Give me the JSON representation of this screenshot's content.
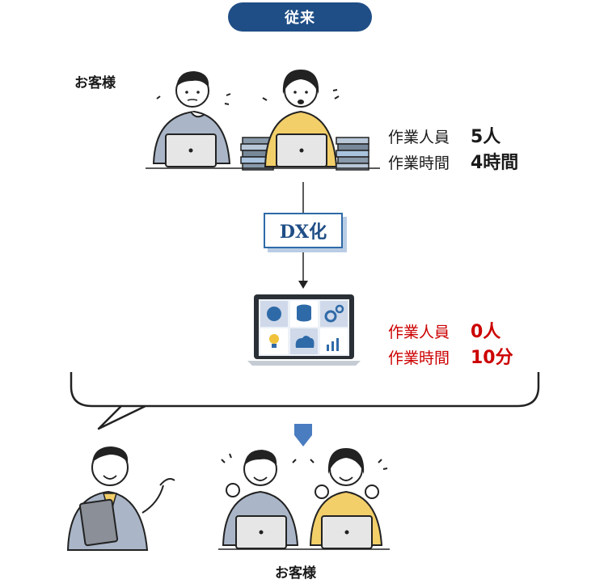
{
  "header": {
    "label": "従来"
  },
  "before": {
    "customer_label": "お客様",
    "stats": [
      {
        "key": "作業人員",
        "value": "5人"
      },
      {
        "key": "作業時間",
        "value": "4時間"
      }
    ]
  },
  "transition": {
    "label": "DX化"
  },
  "after": {
    "stats": [
      {
        "key": "作業人員",
        "value": "0人"
      },
      {
        "key": "作業時間",
        "value": "10分"
      }
    ],
    "customer_label": "お客様"
  },
  "colors": {
    "header_bg": "#1f4e86",
    "accent_blue": "#2f6aa8",
    "after_text": "#cc0000",
    "arrow_blue": "#4a7cc0",
    "sweater_blue": "#aab6c8",
    "sweater_yellow": "#f3cf6a"
  }
}
